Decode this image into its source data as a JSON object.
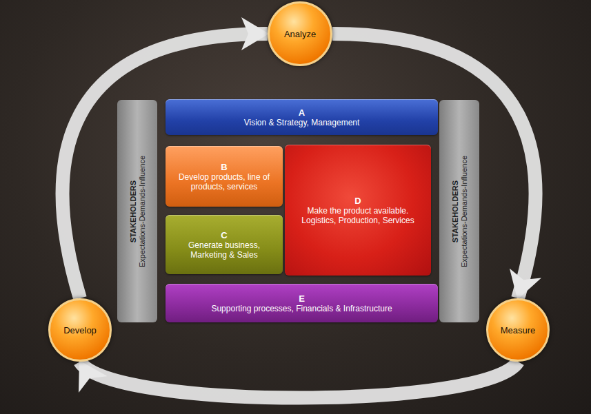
{
  "diagram": {
    "nodes": [
      {
        "text": [
          "Analyze"
        ]
      },
      {
        "text": [
          "Develop"
        ]
      },
      {
        "text": [
          "Measure"
        ]
      },
      {
        "text": [
          "STAKEHOLDERS",
          "Expectations-Demands-Influence"
        ]
      },
      {
        "text": [
          "A",
          "Vision & Strategy, Management"
        ]
      },
      {
        "text": [
          "B",
          "Develop products, line of products, services"
        ]
      },
      {
        "text": [
          "C",
          "Generate business, Marketing & Sales"
        ]
      },
      {
        "text": [
          "D",
          "Make the product available. Logistics, Production, Services"
        ]
      },
      {
        "text": [
          "E",
          "Supporting processes, Financials & Infrastructure"
        ]
      },
      {
        "text": [
          "STAKEHOLDERS",
          "Expectations-Demands-Influence"
        ]
      }
    ],
    "edges": [
      {
        "from": 0,
        "to": 2,
        "arrow": "to"
      },
      {
        "from": 2,
        "to": 1,
        "arrow": "to"
      },
      {
        "from": 1,
        "to": 0,
        "arrow": "to"
      }
    ]
  }
}
